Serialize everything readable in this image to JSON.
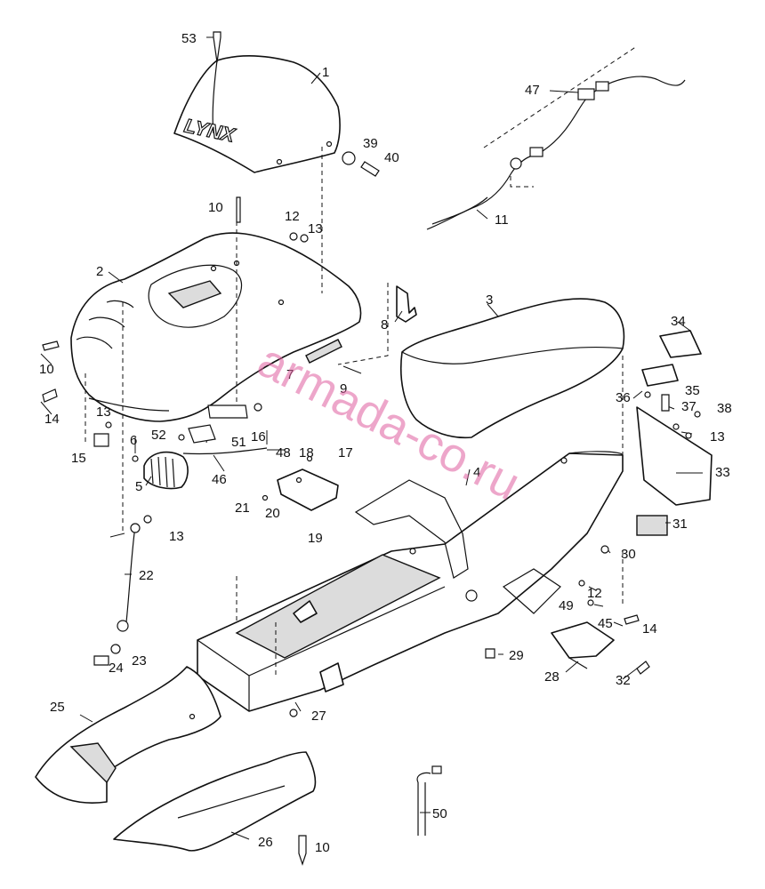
{
  "logo_text": "LYNX",
  "watermark": "armada-co.ru",
  "callouts": {
    "c1": "1",
    "c2": "2",
    "c3": "3",
    "c4": "4",
    "c5": "5",
    "c6": "6",
    "c7": "7",
    "c8": "8",
    "c9": "9",
    "c10a": "10",
    "c10b": "10",
    "c10c": "10",
    "c11": "11",
    "c12a": "12",
    "c12b": "12",
    "c13a": "13",
    "c13b": "13",
    "c13c": "13",
    "c13d": "13",
    "c14a": "14",
    "c14b": "14",
    "c15": "15",
    "c16": "16",
    "c17": "17",
    "c18": "18",
    "c19": "19",
    "c20": "20",
    "c21": "21",
    "c22": "22",
    "c23": "23",
    "c24": "24",
    "c25": "25",
    "c26": "26",
    "c27": "27",
    "c28": "28",
    "c29": "29",
    "c30": "30",
    "c31": "31",
    "c32": "32",
    "c33": "33",
    "c34": "34",
    "c35": "35",
    "c36": "36",
    "c37": "37",
    "c38": "38",
    "c39": "39",
    "c40": "40",
    "c45": "45",
    "c46": "46",
    "c47": "47",
    "c48": "48",
    "c49": "49",
    "c50": "50",
    "c51": "51",
    "c52": "52",
    "c53": "53"
  }
}
